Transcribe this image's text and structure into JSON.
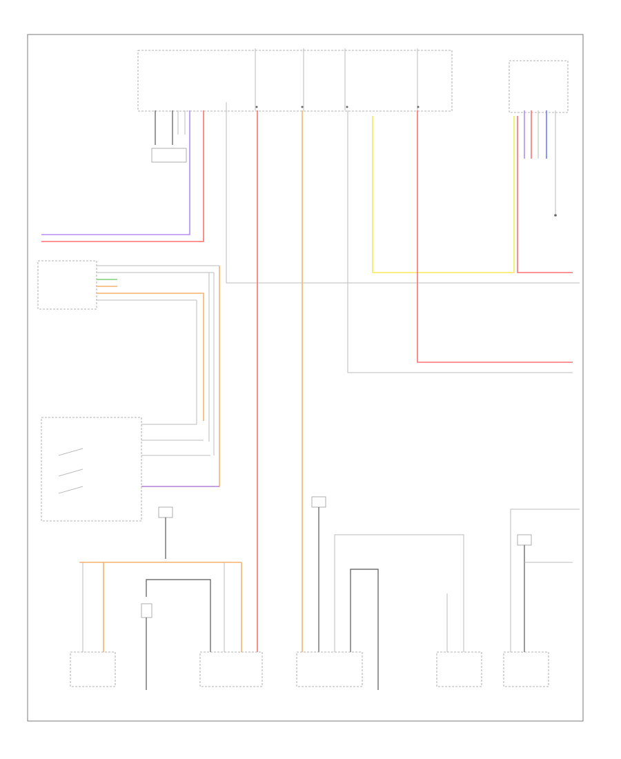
{
  "diagram": {
    "footer_code": "",
    "components": [
      {
        "id": "top-relay-block"
      },
      {
        "id": "connector-right-top"
      },
      {
        "id": "electric-parking-brake-unit"
      },
      {
        "id": "parking-brake-switch"
      },
      {
        "id": "sensor-1"
      },
      {
        "id": "sensor-2"
      },
      {
        "id": "sensor-3"
      },
      {
        "id": "sensor-4"
      },
      {
        "id": "sensor-5"
      },
      {
        "id": "ground-1"
      },
      {
        "id": "ground-2"
      }
    ]
  }
}
